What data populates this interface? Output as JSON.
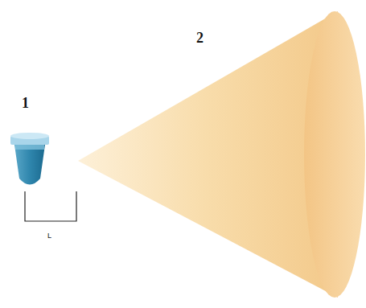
{
  "diagram": {
    "labels": [
      "1",
      "2",
      "L"
    ]
  }
}
